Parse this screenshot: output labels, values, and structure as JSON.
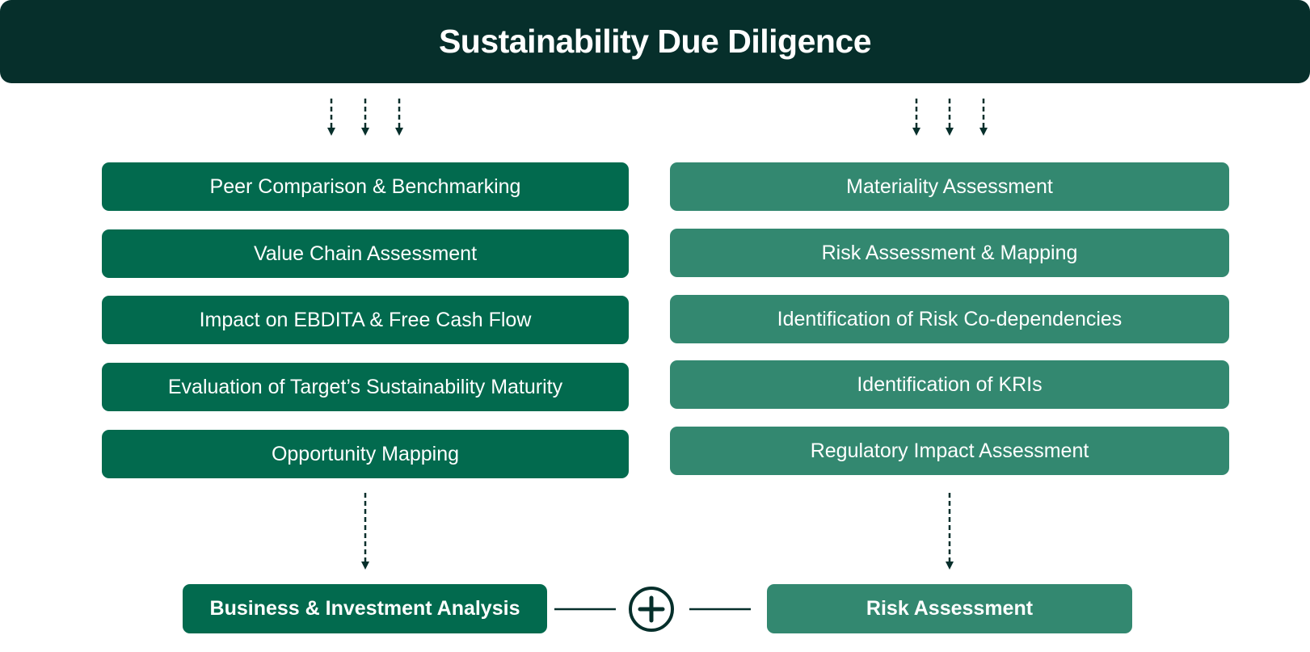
{
  "title": "Sustainability Due Diligence",
  "left_column": {
    "items": [
      {
        "label": "Peer Comparison & Benchmarking"
      },
      {
        "label": "Value Chain Assessment"
      },
      {
        "label": "Impact on EBDITA & Free Cash Flow"
      },
      {
        "label": "Evaluation of Target’s Sustainability Maturity"
      },
      {
        "label": "Opportunity Mapping"
      }
    ],
    "result": "Business & Investment Analysis"
  },
  "right_column": {
    "items": [
      {
        "label": "Materiality Assessment"
      },
      {
        "label": "Risk Assessment & Mapping"
      },
      {
        "label": "Identification of Risk Co-dependencies"
      },
      {
        "label": "Identification of KRIs"
      },
      {
        "label": "Regulatory Impact Assessment"
      }
    ],
    "result": "Risk Assessment"
  },
  "combine_icon": "plus-circle-icon",
  "colors": {
    "header": "#062f2b",
    "left_box": "#026a4e",
    "right_box": "#338870",
    "arrow": "#062f2b"
  }
}
